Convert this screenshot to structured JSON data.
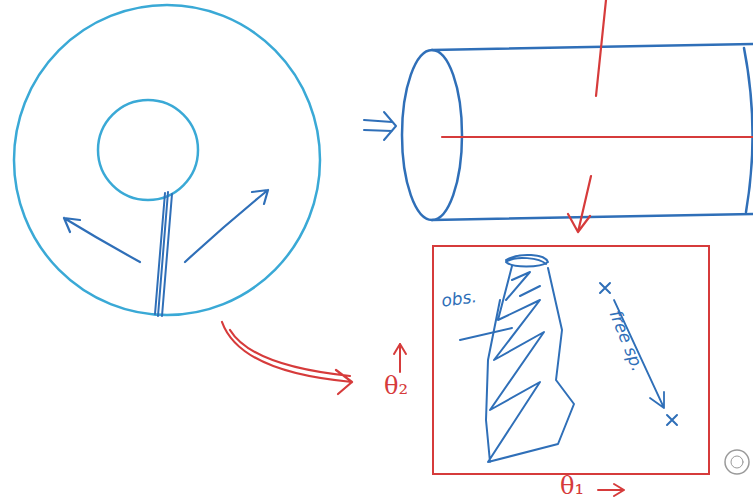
{
  "diagram": {
    "nodes": [
      {
        "text": [
          "obs.",
          "free sp."
        ]
      }
    ],
    "labels": [
      "θ₂",
      "θ₁"
    ]
  }
}
